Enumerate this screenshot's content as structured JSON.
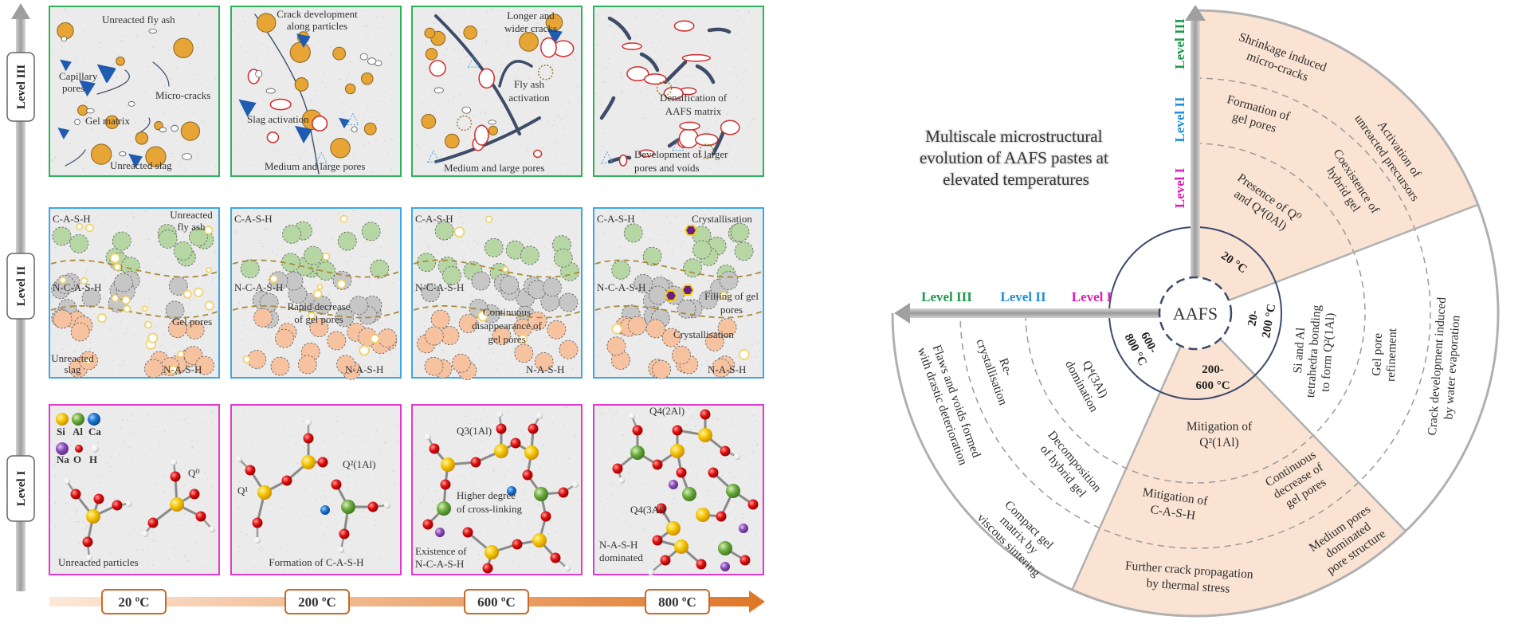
{
  "left": {
    "level_labels": {
      "III": "Level III",
      "II": "Level II",
      "I": "Level I"
    },
    "temperatures": [
      "20 ºC",
      "200 ºC",
      "600 ºC",
      "800 ºC"
    ],
    "level3": {
      "p1": {
        "fly_ash": "Unreacted fly ash",
        "capillary": [
          "Capillary",
          "pores"
        ],
        "micro_cracks": "Micro-cracks",
        "gel_matrix": "Gel matrix",
        "slag": "Unreacted slag"
      },
      "p2": {
        "crack": [
          "Crack development",
          "along particles"
        ],
        "slag_activation": "Slag activation",
        "pores": "Medium and large pores"
      },
      "p3": {
        "cracks": [
          "Longer and",
          "wider cracks"
        ],
        "fly_ash_activation": [
          "Fly ash",
          "activation"
        ],
        "pores": "Medium and large pores"
      },
      "p4": {
        "densification": [
          "Densification of",
          "AAFS matrix"
        ],
        "development": [
          "Development of larger",
          "pores and voids"
        ]
      }
    },
    "level2": {
      "p1": {
        "cash": "C-A-S-H",
        "fly_ash": [
          "Unreacted",
          "fly ash"
        ],
        "ncash": "N-C-A-S-H",
        "gel_pores": "Gel pores",
        "slag": [
          "Unreacted",
          "slag"
        ],
        "nash": "N-A-S-H"
      },
      "p2": {
        "cash": "C-A-S-H",
        "ncash": "N-C-A-S-H",
        "rapid": [
          "Rapid decrease",
          "of gel pores"
        ],
        "nash": "N-A-S-H"
      },
      "p3": {
        "cash": "C-A-S-H",
        "ncash": "N-C-A-S-H",
        "continuous": [
          "Continuous",
          "disappearance of",
          "gel pores"
        ],
        "nash": "N-A-S-H"
      },
      "p4": {
        "cash": "C-A-S-H",
        "cryst1": "Crystallisation",
        "ncash": "N-C-A-S-H",
        "filling": [
          "Filling of gel",
          "pores"
        ],
        "cryst2": "Crystallisation",
        "nash": "N-A-S-H"
      }
    },
    "level1": {
      "legend": {
        "si": "Si",
        "al": "Al",
        "ca": "Ca",
        "na": "Na",
        "o": "O",
        "h": "H"
      },
      "p1": {
        "q0": "Q⁰",
        "caption": "Unreacted particles"
      },
      "p2": {
        "q1": "Q¹",
        "q2": "Q²(1Al)",
        "caption": "Formation of C-A-S-H"
      },
      "p3": {
        "q3": "Q3(1Al)",
        "higher": [
          "Higher degree",
          "of cross-linking"
        ],
        "existence": [
          "Existence of",
          "N-C-A-S-H"
        ]
      },
      "p4": {
        "q4_2": "Q4(2Al)",
        "q4_3": "Q4(3Al)",
        "nash": [
          "N-A-S-H",
          "dominated"
        ]
      }
    }
  },
  "right": {
    "title": [
      "Multiscale microstructural",
      "evolution of AAFS pastes at",
      "elevated temperatures"
    ],
    "center": "AAFS",
    "axis_levels": {
      "III": "Level III",
      "II": "Level II",
      "I": "Level I"
    },
    "colors": {
      "level3": "#1a9a4a",
      "level2": "#1e8fd8",
      "level1": "#e21cb6",
      "sector_fill": "#fbe3d3"
    },
    "temps": {
      "t20": "20 °C",
      "t20_200": [
        "20-",
        "200 °C"
      ],
      "t200_600": [
        "200-",
        "600 °C"
      ],
      "t600_800": [
        "600-",
        "800 °C"
      ]
    },
    "s20": {
      "shrinkage": [
        "Shrinkage induced",
        "micro-cracks"
      ],
      "activation": [
        "Activation of",
        "unreacted precursors"
      ],
      "formation": [
        "Formation of",
        "gel pores"
      ],
      "coexistence": [
        "Coexistence of",
        "hybrid gel"
      ],
      "presence": [
        "Presence of Q⁰",
        "and Q⁴(0Al)"
      ]
    },
    "s200": {
      "si_al": [
        "Si and Al",
        "tetrahedra bonding",
        "to form Q²(1Al)"
      ],
      "refinement": [
        "Gel pore",
        "refinement"
      ],
      "crack": [
        "Crack development induced",
        "by water evaporation"
      ]
    },
    "s600": {
      "mit_q2": [
        "Mitigation of",
        "Q²(1Al)"
      ],
      "mit_cash": [
        "Mitigation of",
        "C-A-S-H"
      ],
      "continuous": [
        "Continuous",
        "decrease of",
        "gel pores"
      ],
      "further": [
        "Further crack propagation",
        "by thermal stress"
      ],
      "medium": [
        "Medium pores",
        "dominated",
        "pore structure"
      ]
    },
    "s800": {
      "q4": [
        "Q⁴(3Al)",
        "domination"
      ],
      "decomposition": [
        "Decomposition",
        "of hybrid gel"
      ],
      "recryst": [
        "Re-",
        "crystallisation"
      ],
      "compact": [
        "Compact gel",
        "matrix by",
        "viscous sintering"
      ],
      "flaws": [
        "Flaws and voids formed",
        "with drastic deterioration"
      ]
    }
  }
}
